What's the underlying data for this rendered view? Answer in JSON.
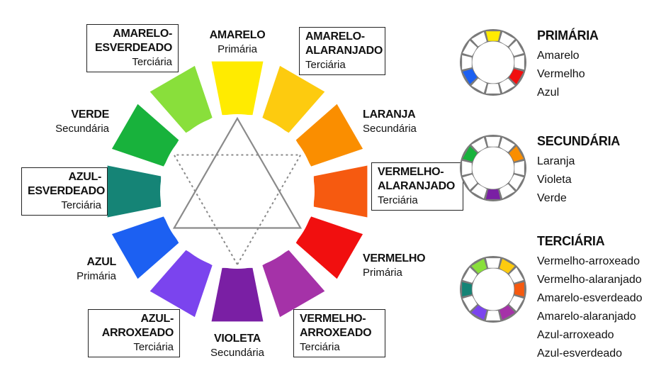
{
  "wheel": {
    "segments": [
      {
        "key": "amarelo",
        "color": "#FFEB00",
        "name": "AMARELO",
        "type": "Primária",
        "boxed": false
      },
      {
        "key": "amarelo-alaranjado",
        "color": "#FDCB0F",
        "name": "AMARELO-\nALARANJADO",
        "type": "Terciária",
        "boxed": true
      },
      {
        "key": "laranja",
        "color": "#FA8E00",
        "name": "LARANJA",
        "type": "Secundária",
        "boxed": false
      },
      {
        "key": "vermelho-alaranjado",
        "color": "#F65A10",
        "name": "VERMELHO-\nALARANJADO",
        "type": "Terciária",
        "boxed": true
      },
      {
        "key": "vermelho",
        "color": "#F10F0F",
        "name": "VERMELHO",
        "type": "Primária",
        "boxed": false
      },
      {
        "key": "vermelho-arroxeado",
        "color": "#A532A8",
        "name": "VERMELHO-\nARROXEADO",
        "type": "Terciária",
        "boxed": true
      },
      {
        "key": "violeta",
        "color": "#7A1FA4",
        "name": "VIOLETA",
        "type": "Secundária",
        "boxed": false
      },
      {
        "key": "azul-arroxeado",
        "color": "#7B44EE",
        "name": "AZUL-\nARROXEADO",
        "type": "Terciária",
        "boxed": true
      },
      {
        "key": "azul",
        "color": "#1C60F2",
        "name": "AZUL",
        "type": "Primária",
        "boxed": false
      },
      {
        "key": "azul-esverdeado",
        "color": "#158476",
        "name": "AZUL-\nESVERDEADO",
        "type": "Terciária",
        "boxed": true
      },
      {
        "key": "verde",
        "color": "#18B23C",
        "name": "VERDE",
        "type": "Secundária",
        "boxed": false
      },
      {
        "key": "amarelo-esverdeado",
        "color": "#89DF3B",
        "name": "AMARELO-\nESVERDEADO",
        "type": "Terciária",
        "boxed": true
      }
    ]
  },
  "legend": [
    {
      "title": "PRIMÁRIA",
      "highlight": [
        "amarelo",
        "vermelho",
        "azul"
      ],
      "items": [
        "Amarelo",
        "Vermelho",
        "Azul"
      ]
    },
    {
      "title": "SECUNDÁRIA",
      "highlight": [
        "laranja",
        "violeta",
        "verde"
      ],
      "items": [
        "Laranja",
        "Violeta",
        "Verde"
      ]
    },
    {
      "title": "TERCIÁRIA",
      "highlight": [
        "vermelho-arroxeado",
        "vermelho-alaranjado",
        "amarelo-esverdeado",
        "amarelo-alaranjado",
        "azul-arroxeado",
        "azul-esverdeado"
      ],
      "items": [
        "Vermelho-arroxeado",
        "Vermelho-alaranjado",
        "Amarelo-esverdeado",
        "Amarelo-alaranjado",
        "Azul-arroxeado",
        "Azul-esverdeado"
      ]
    }
  ]
}
